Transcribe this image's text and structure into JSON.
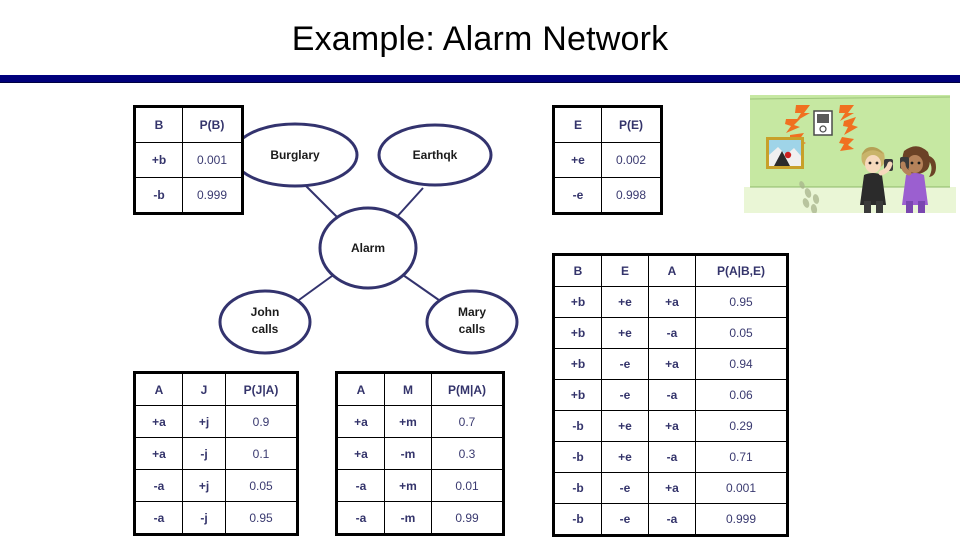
{
  "slide": {
    "title": "Example: Alarm Network",
    "rule_color": "#00007a"
  },
  "graph": {
    "nodes": [
      {
        "id": "burglary",
        "label": "Burglary",
        "line1": "Burglary",
        "line2": ""
      },
      {
        "id": "earthquake",
        "label": "Earthqk",
        "line1": "Earthqk",
        "line2": ""
      },
      {
        "id": "alarm",
        "label": "Alarm",
        "line1": "Alarm",
        "line2": ""
      },
      {
        "id": "johncalls",
        "label": "John calls",
        "line1": "John",
        "line2": "calls"
      },
      {
        "id": "marycalls",
        "label": "Mary calls",
        "line1": "Mary",
        "line2": "calls"
      }
    ],
    "edges": [
      {
        "from": "burglary",
        "to": "alarm"
      },
      {
        "from": "earthquake",
        "to": "alarm"
      },
      {
        "from": "alarm",
        "to": "johncalls"
      },
      {
        "from": "alarm",
        "to": "marycalls"
      }
    ],
    "node_stroke": "#33336e",
    "node_fill": "#ffffff"
  },
  "tables": {
    "burglary": {
      "name": "P(B)",
      "headers": [
        "B",
        "P(B)"
      ],
      "rows": [
        [
          "+b",
          "0.001"
        ],
        [
          "-b",
          "0.999"
        ]
      ]
    },
    "earthquake": {
      "name": "P(E)",
      "headers": [
        "E",
        "P(E)"
      ],
      "rows": [
        [
          "+e",
          "0.002"
        ],
        [
          "-e",
          "0.998"
        ]
      ]
    },
    "alarm": {
      "name": "P(A|B,E)",
      "headers": [
        "B",
        "E",
        "A",
        "P(A|B,E)"
      ],
      "rows": [
        [
          "+b",
          "+e",
          "+a",
          "0.95"
        ],
        [
          "+b",
          "+e",
          "-a",
          "0.05"
        ],
        [
          "+b",
          "-e",
          "+a",
          "0.94"
        ],
        [
          "+b",
          "-e",
          "-a",
          "0.06"
        ],
        [
          "-b",
          "+e",
          "+a",
          "0.29"
        ],
        [
          "-b",
          "+e",
          "-a",
          "0.71"
        ],
        [
          "-b",
          "-e",
          "+a",
          "0.001"
        ],
        [
          "-b",
          "-e",
          "-a",
          "0.999"
        ]
      ]
    },
    "johncalls": {
      "name": "P(J|A)",
      "headers": [
        "A",
        "J",
        "P(J|A)"
      ],
      "rows": [
        [
          "+a",
          "+j",
          "0.9"
        ],
        [
          "+a",
          "-j",
          "0.1"
        ],
        [
          "-a",
          "+j",
          "0.05"
        ],
        [
          "-a",
          "-j",
          "0.95"
        ]
      ]
    },
    "marycalls": {
      "name": "P(M|A)",
      "headers": [
        "A",
        "M",
        "P(M|A)"
      ],
      "rows": [
        [
          "+a",
          "+m",
          "0.7"
        ],
        [
          "+a",
          "-m",
          "0.3"
        ],
        [
          "-a",
          "+m",
          "0.01"
        ],
        [
          "-a",
          "-m",
          "0.99"
        ]
      ]
    }
  },
  "clipart": {
    "description": "cartoon room with ringing alarm, framed picture, muddy footprints, two people phoning",
    "wall_color": "#c6e8a2",
    "floor_color": "#e8f5d3",
    "alarm_ray_color": "#f07020",
    "frame_color": "#c8a02a"
  }
}
